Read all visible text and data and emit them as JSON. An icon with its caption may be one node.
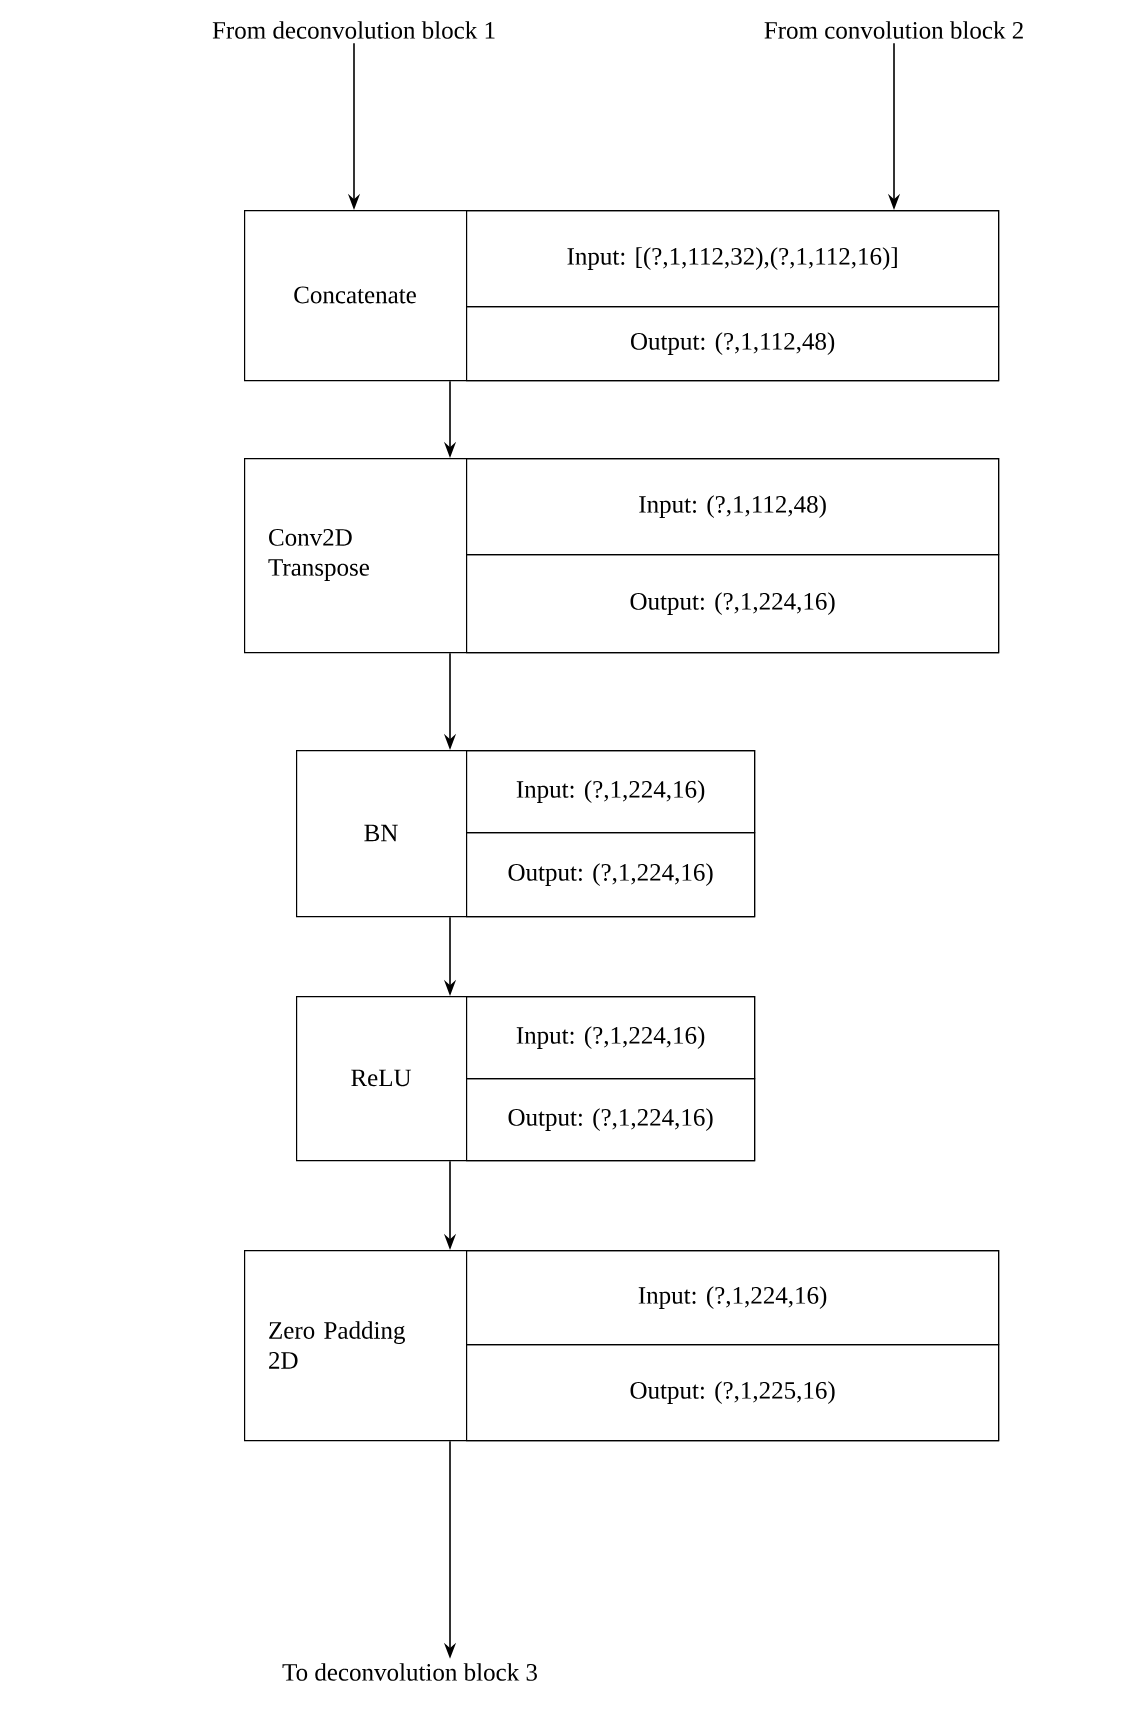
{
  "diagram": {
    "nodes": [
      {
        "text": [
          "From deconvolution block 1"
        ]
      },
      {
        "text": [
          "From convolution block 2"
        ]
      },
      {
        "text": [
          "Concatenate"
        ]
      },
      {
        "text": [
          "Input: [(?,1,112,32),(?,1,112,16)]"
        ],
        "in": 2
      },
      {
        "text": [
          "Output: (?,1,112,48)"
        ],
        "in": 2
      },
      {
        "text": [
          "Conv2D Transpose"
        ]
      },
      {
        "text": [
          "Input: (?,1,112,48)"
        ],
        "in": 5
      },
      {
        "text": [
          "Output: (?,1,224,16)"
        ],
        "in": 5
      },
      {
        "text": [
          "BN"
        ]
      },
      {
        "text": [
          "Input: (?,1,224,16)"
        ],
        "in": 8
      },
      {
        "text": [
          "Output: (?,1,224,16)"
        ],
        "in": 8
      },
      {
        "text": [
          "ReLU"
        ]
      },
      {
        "text": [
          "Input: (?,1,224,16)"
        ],
        "in": 11
      },
      {
        "text": [
          "Output: (?,1,224,16)"
        ],
        "in": 11
      },
      {
        "text": [
          "Zero Padding 2D"
        ]
      },
      {
        "text": [
          "Input: (?,1,224,16)"
        ],
        "in": 14
      },
      {
        "text": [
          "Output: (?,1,225,16)"
        ],
        "in": 14
      },
      {
        "text": [
          "To deconvolution block 3"
        ]
      }
    ],
    "edges": [
      {
        "from": 0,
        "to": 2,
        "arrow": "to"
      },
      {
        "from": 1,
        "to": 2,
        "arrow": "to"
      },
      {
        "from": 2,
        "to": 5,
        "arrow": "to"
      },
      {
        "from": 5,
        "to": 8,
        "arrow": "to"
      },
      {
        "from": 8,
        "to": 11,
        "arrow": "to"
      },
      {
        "from": 11,
        "to": 14,
        "arrow": "to"
      },
      {
        "from": 14,
        "to": 17,
        "arrow": "to"
      }
    ]
  }
}
